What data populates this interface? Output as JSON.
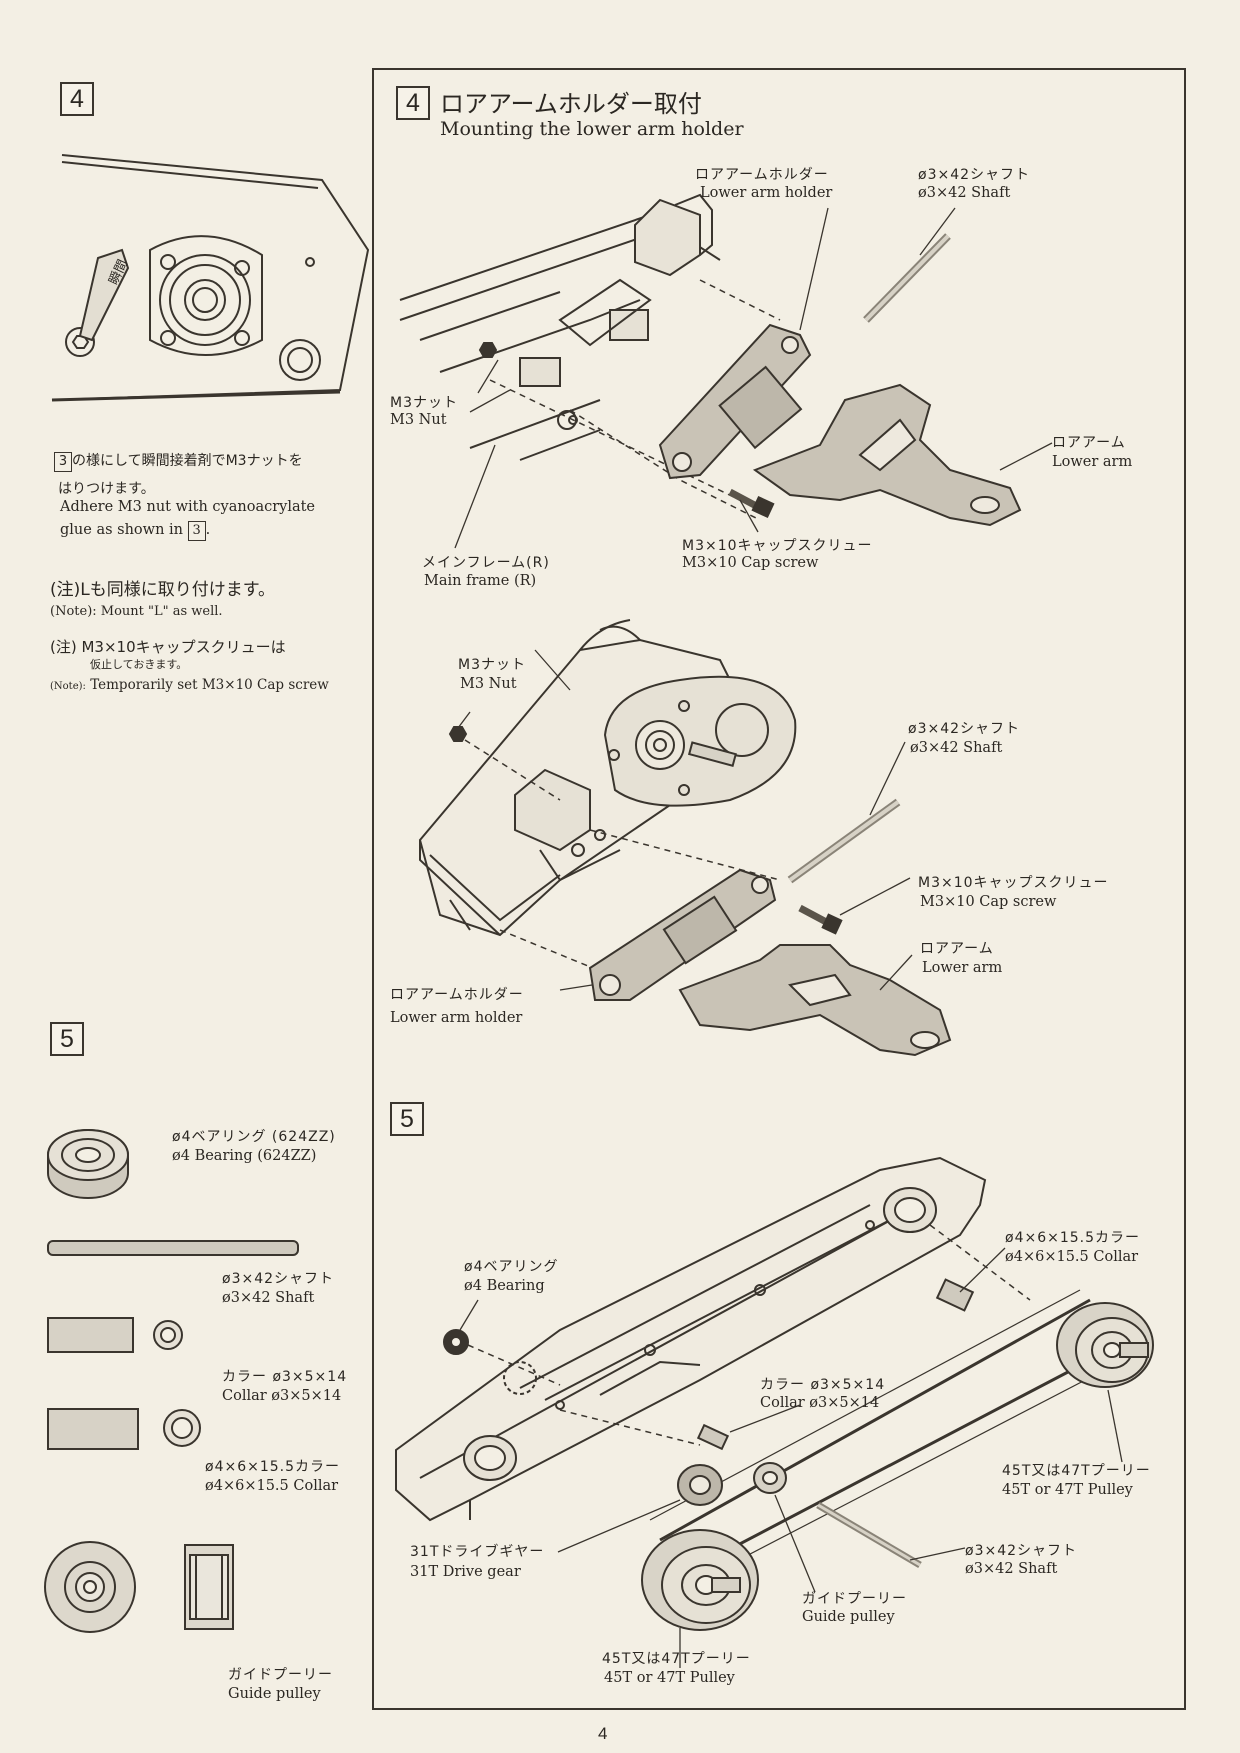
{
  "page_number": "4",
  "left_column": {
    "step4": {
      "number": "4",
      "diagram_sticker": "瞬間",
      "note_jp": "の様にして瞬間接着剤でM3ナットを",
      "note_jp_ref": "3",
      "note_jp2": "はりつけます。",
      "note_en1": "Adhere M3 nut with cyanoacrylate",
      "note_en2": "glue as shown in",
      "note_en2_ref": "3",
      "note_en2_end": ".",
      "note_l_jp": "(注)Lも同様に取り付けます。",
      "note_l_en": "(Note): Mount \"L\" as well.",
      "note_screw_jp": "(注) M3×10キャップスクリューは",
      "note_screw_jp2": "仮止しておきます。",
      "note_screw_en_prefix": "(Note):",
      "note_screw_en": "Temporarily set M3×10 Cap screw"
    },
    "step5": {
      "number": "5",
      "parts": [
        {
          "jp": "ø4ベアリング (624ZZ)",
          "en": "ø4 Bearing (624ZZ)"
        },
        {
          "jp": "ø3×42シャフト",
          "en": "ø3×42 Shaft"
        },
        {
          "jp": "カラー ø3×5×14",
          "en": "Collar ø3×5×14"
        },
        {
          "jp": "ø4×6×15.5カラー",
          "en": "ø4×6×15.5 Collar"
        },
        {
          "jp": "ガイドプーリー",
          "en": "Guide pulley"
        }
      ]
    }
  },
  "right_panel": {
    "step4": {
      "number": "4",
      "title_jp": "ロアアームホルダー取付",
      "title_en": "Mounting the lower arm holder",
      "labels": {
        "holder_top_jp": "ロアアームホルダー",
        "holder_top_en": "Lower arm holder",
        "shaft_top_jp": "ø3×42シャフト",
        "shaft_top_en": "ø3×42 Shaft",
        "nut_top_jp": "M3ナット",
        "nut_top_en": "M3 Nut",
        "arm_top_jp": "ロアアーム",
        "arm_top_en": "Lower arm",
        "screw_top_jp": "M3×10キャップスクリュー",
        "screw_top_en": "M3×10 Cap screw",
        "frame_jp": "メインフレーム(R)",
        "frame_en": "Main frame (R)",
        "nut_mid_jp": "M3ナット",
        "nut_mid_en": "M3 Nut",
        "shaft_mid_jp": "ø3×42シャフト",
        "shaft_mid_en": "ø3×42 Shaft",
        "screw_mid_jp": "M3×10キャップスクリュー",
        "screw_mid_en": "M3×10 Cap screw",
        "arm_mid_jp": "ロアアーム",
        "arm_mid_en": "Lower arm",
        "holder_mid_jp": "ロアアームホルダー",
        "holder_mid_en": "Lower arm holder"
      }
    },
    "step5": {
      "number": "5",
      "labels": {
        "collar_big_jp": "ø4×6×15.5カラー",
        "collar_big_en": "ø4×6×15.5 Collar",
        "bearing_jp": "ø4ベアリング",
        "bearing_en": "ø4 Bearing",
        "collar_small_jp": "カラー ø3×5×14",
        "collar_small_en": "Collar ø3×5×14",
        "pulley_right_jp": "45T又は47Tプーリー",
        "pulley_right_en": "45T or 47T Pulley",
        "drive_gear_jp": "31Tドライブギヤー",
        "drive_gear_en": "31T Drive gear",
        "shaft_jp": "ø3×42シャフト",
        "shaft_en": "ø3×42 Shaft",
        "guide_jp": "ガイドプーリー",
        "guide_en": "Guide pulley",
        "pulley_bottom_jp": "45T又は47Tプーリー",
        "pulley_bottom_en": "45T or 47T Pulley"
      }
    }
  }
}
